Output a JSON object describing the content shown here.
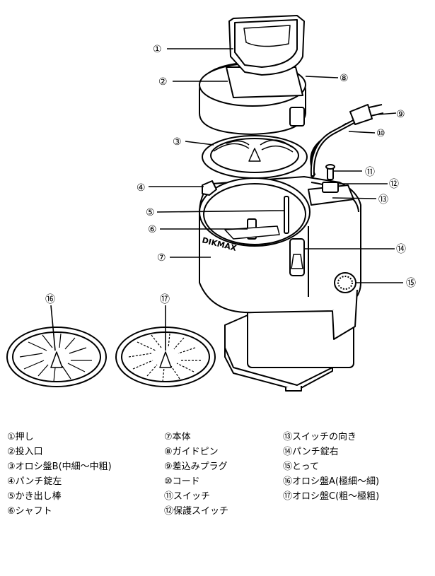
{
  "callouts": [
    "①",
    "②",
    "③",
    "④",
    "⑤",
    "⑥",
    "⑦",
    "⑧",
    "⑨",
    "⑩",
    "⑪",
    "⑫",
    "⑬",
    "⑭",
    "⑮",
    "⑯",
    "⑰"
  ],
  "brand_mark": "DIKMAX",
  "legend": [
    [
      "①押し",
      "②投入口",
      "③オロシ盤B(中細～中粗)",
      "④パンチ錠左",
      "⑤かき出し棒",
      "⑥シャフト"
    ],
    [
      "⑦本体",
      "⑧ガイドピン",
      "⑨差込みプラグ",
      "⑩コード",
      "⑪スイッチ",
      "⑫保護スイッチ"
    ],
    [
      "⑬スイッチの向き",
      "⑭パンチ錠右",
      "⑮とって",
      "⑯オロシ盤A(極細～細)",
      "⑰オロシ盤C(粗～極粗)"
    ]
  ]
}
